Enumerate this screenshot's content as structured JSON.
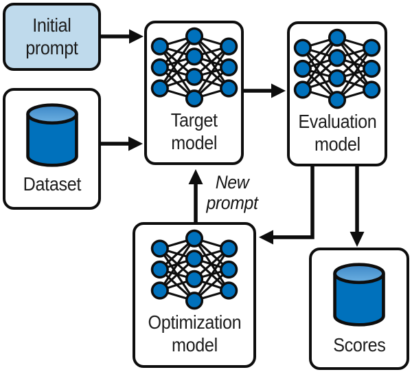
{
  "figure": {
    "type": "flow-diagram",
    "description_visible": false
  },
  "colors": {
    "outline": "#0d0d0d",
    "node_blue": "#0071bc",
    "cylinder_top_gradient_start": "#3d87c6",
    "cylinder_top_gradient_end": "#6cb0e2",
    "initial_prompt_fill": "#bfdaec",
    "text": "#1c1c1c",
    "background": "#ffffff"
  },
  "nodes": {
    "initial_prompt": {
      "label": "Initial prompt",
      "lines": [
        "Initial",
        "prompt"
      ],
      "shape": "rounded-rect",
      "fill": "#bfdaec"
    },
    "dataset": {
      "label": "Dataset",
      "lines": [
        "Dataset"
      ],
      "icon": "database-cylinder-icon"
    },
    "target_model": {
      "label": "Target model",
      "lines": [
        "Target",
        "model"
      ],
      "icon": "neural-network-icon"
    },
    "evaluation_model": {
      "label": "Evaluation model",
      "lines": [
        "Evaluation",
        "model"
      ],
      "icon": "neural-network-icon"
    },
    "optimization_model": {
      "label": "Optimization model",
      "lines": [
        "Optimization",
        "model"
      ],
      "icon": "neural-network-icon"
    },
    "scores": {
      "label": "Scores",
      "lines": [
        "Scores"
      ],
      "icon": "database-cylinder-icon"
    }
  },
  "edges": [
    {
      "from": "initial_prompt",
      "to": "target_model"
    },
    {
      "from": "dataset",
      "to": "target_model"
    },
    {
      "from": "target_model",
      "to": "evaluation_model"
    },
    {
      "from": "evaluation_model",
      "to": "optimization_model"
    },
    {
      "from": "evaluation_model",
      "to": "scores"
    },
    {
      "from": "optimization_model",
      "to": "target_model",
      "label": "New prompt",
      "label_lines": [
        "New",
        "prompt"
      ]
    }
  ]
}
